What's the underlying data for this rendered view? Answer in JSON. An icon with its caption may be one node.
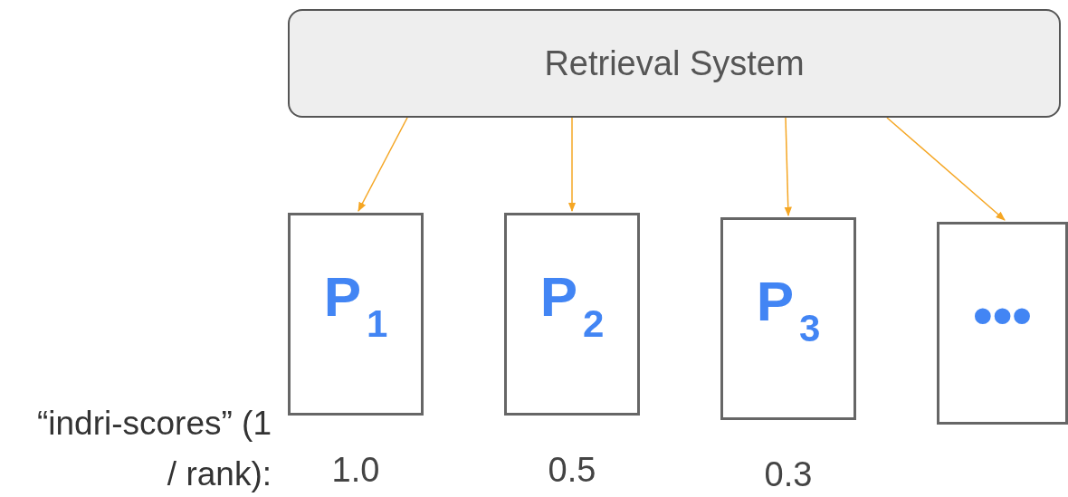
{
  "diagram": {
    "nodes": [
      {
        "text": [
          "Retrieval System"
        ]
      },
      {
        "text": [
          "P$_{1}$"
        ],
        "beside": [
          "1.0"
        ]
      },
      {
        "text": [
          "P$_{2}$"
        ],
        "beside": [
          "0.5"
        ]
      },
      {
        "text": [
          "P$_{3}$"
        ],
        "beside": [
          "0.3"
        ]
      },
      {
        "text": [
          "•••"
        ]
      }
    ],
    "edges": [
      {
        "from": 0,
        "to": 1,
        "arrow": "to"
      },
      {
        "from": 0,
        "to": 2,
        "arrow": "to"
      },
      {
        "from": 0,
        "to": 3,
        "arrow": "to"
      },
      {
        "from": 0,
        "to": 4,
        "arrow": "to"
      }
    ],
    "labels": [
      "“indri-scores” (1 / rank):"
    ]
  }
}
